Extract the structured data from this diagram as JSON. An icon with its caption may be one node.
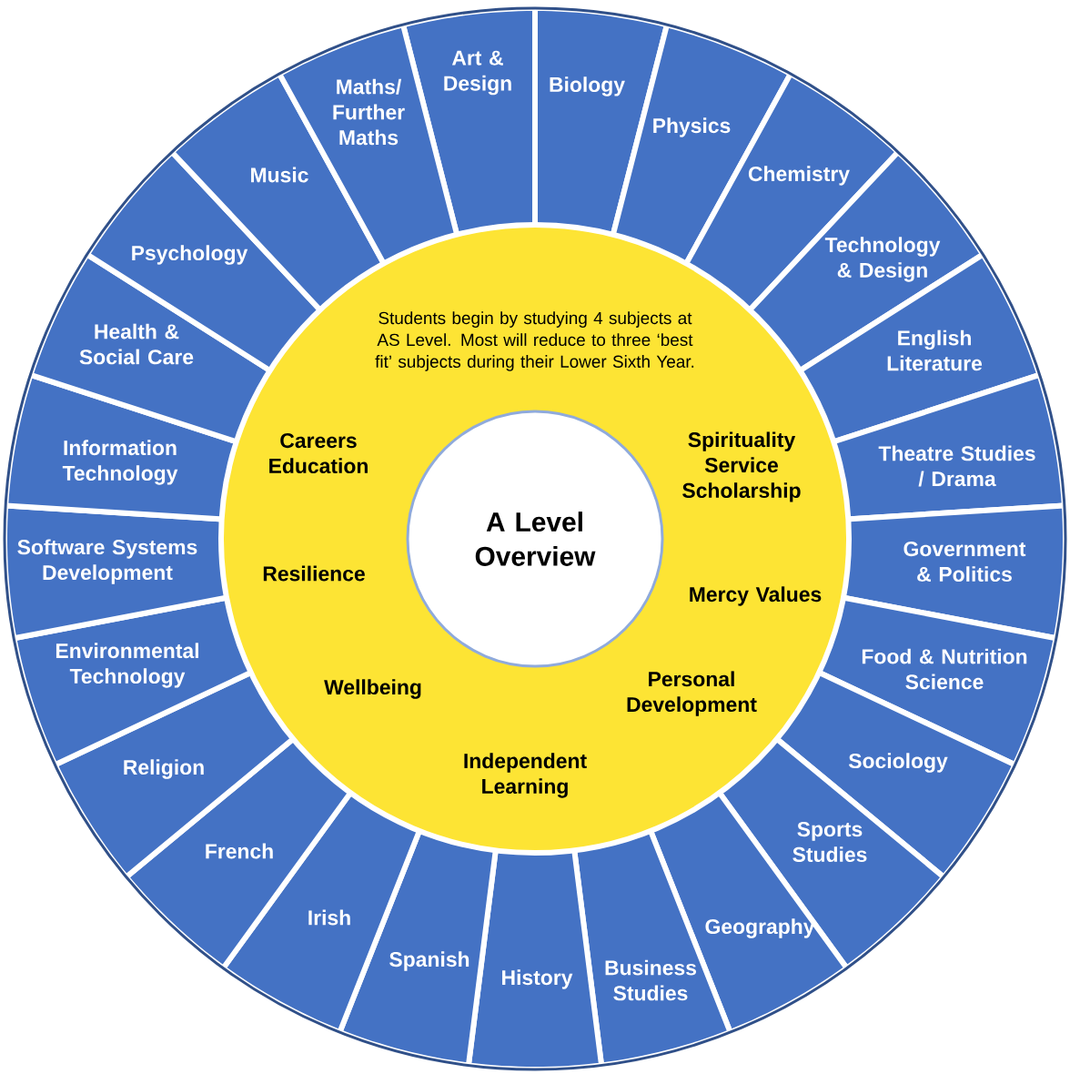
{
  "diagram": {
    "nodes": [
      {
        "text": [
          "Art & Design"
        ]
      },
      {
        "text": [
          "Biology"
        ]
      },
      {
        "text": [
          "Physics"
        ]
      },
      {
        "text": [
          "Chemistry"
        ]
      },
      {
        "text": [
          "Technology & Design"
        ]
      },
      {
        "text": [
          "English Literature"
        ]
      },
      {
        "text": [
          "Theatre Studies / Drama"
        ]
      },
      {
        "text": [
          "Government & Politics"
        ]
      },
      {
        "text": [
          "Food & Nutrition Science"
        ]
      },
      {
        "text": [
          "Sociology"
        ]
      },
      {
        "text": [
          "Sports Studies"
        ]
      },
      {
        "text": [
          "Geography"
        ]
      },
      {
        "text": [
          "Business Studies"
        ]
      },
      {
        "text": [
          "History"
        ]
      },
      {
        "text": [
          "Spanish"
        ]
      },
      {
        "text": [
          "Irish"
        ]
      },
      {
        "text": [
          "French"
        ]
      },
      {
        "text": [
          "Religion"
        ]
      },
      {
        "text": [
          "Environmental Technology"
        ]
      },
      {
        "text": [
          "Software Systems Development"
        ]
      },
      {
        "text": [
          "Information Technology"
        ]
      },
      {
        "text": [
          "Health & Social Care"
        ]
      },
      {
        "text": [
          "Psychology"
        ]
      },
      {
        "text": [
          "Music"
        ]
      },
      {
        "text": [
          "Maths/ Further Maths"
        ]
      },
      {
        "text": [
          "Students begin by studying 4 subjects at AS Level. Most will reduce to three ‘best fit’ subjects during their Lower Sixth Year.",
          "Careers Education",
          "Spirituality Service Scholarship",
          "Resilience",
          "Mercy Values",
          "Wellbeing",
          "Personal Development",
          "Independent Learning"
        ]
      },
      {
        "text": [
          "A Level Overview"
        ],
        "in": 25
      }
    ]
  }
}
